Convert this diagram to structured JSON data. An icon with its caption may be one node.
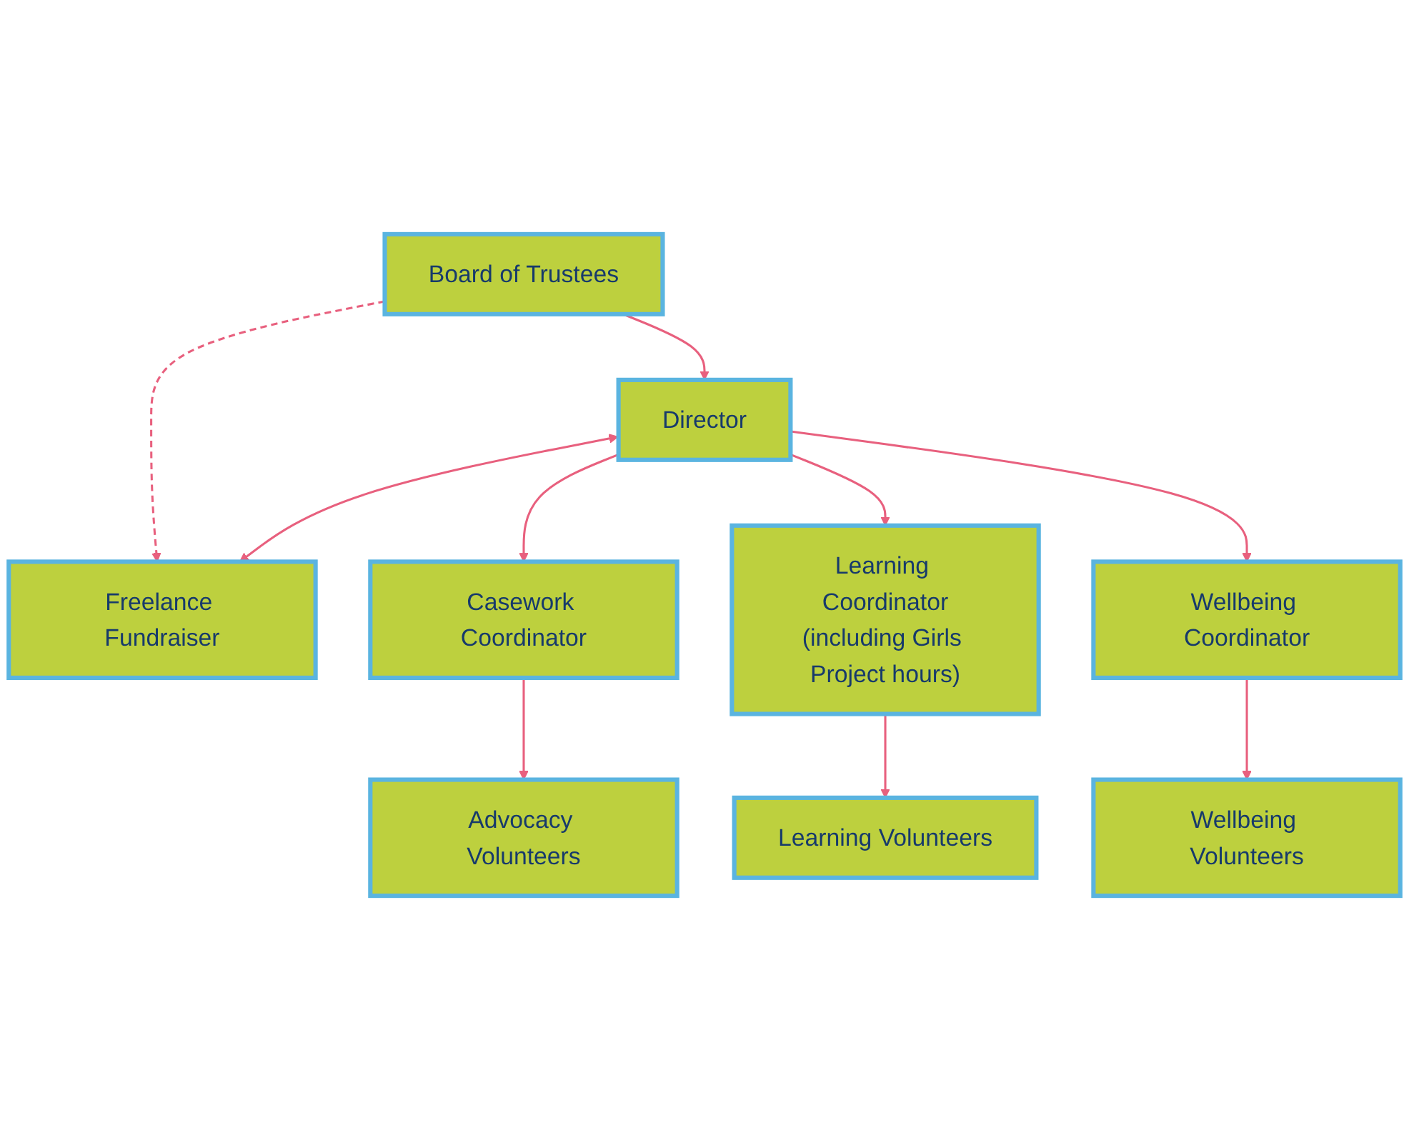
{
  "diagram": {
    "nodes": [
      {
        "text": [
          "Board of Trustees"
        ]
      },
      {
        "text": [
          "Director"
        ]
      },
      {
        "text": [
          "Freelance Fundraiser"
        ]
      },
      {
        "text": [
          "Casework Coordinator"
        ]
      },
      {
        "text": [
          "Learning Coordinator",
          "(including Girls Project hours)"
        ]
      },
      {
        "text": [
          "Wellbeing Coordinator"
        ]
      },
      {
        "text": [
          "Advocacy Volunteers"
        ]
      },
      {
        "text": [
          "Learning Volunteers"
        ]
      },
      {
        "text": [
          "Wellbeing Volunteers"
        ]
      }
    ],
    "edges": [
      {
        "from": 0,
        "to": 1,
        "arrow": "to"
      },
      {
        "from": 0,
        "to": 2,
        "arrow": "to",
        "style": "dashed"
      },
      {
        "from": 1,
        "to": 2,
        "arrow": "both"
      },
      {
        "from": 1,
        "to": 3,
        "arrow": "to"
      },
      {
        "from": 1,
        "to": 4,
        "arrow": "to"
      },
      {
        "from": 1,
        "to": 5,
        "arrow": "to"
      },
      {
        "from": 3,
        "to": 6,
        "arrow": "to"
      },
      {
        "from": 4,
        "to": 7,
        "arrow": "to"
      },
      {
        "from": 5,
        "to": 8,
        "arrow": "to"
      }
    ]
  }
}
